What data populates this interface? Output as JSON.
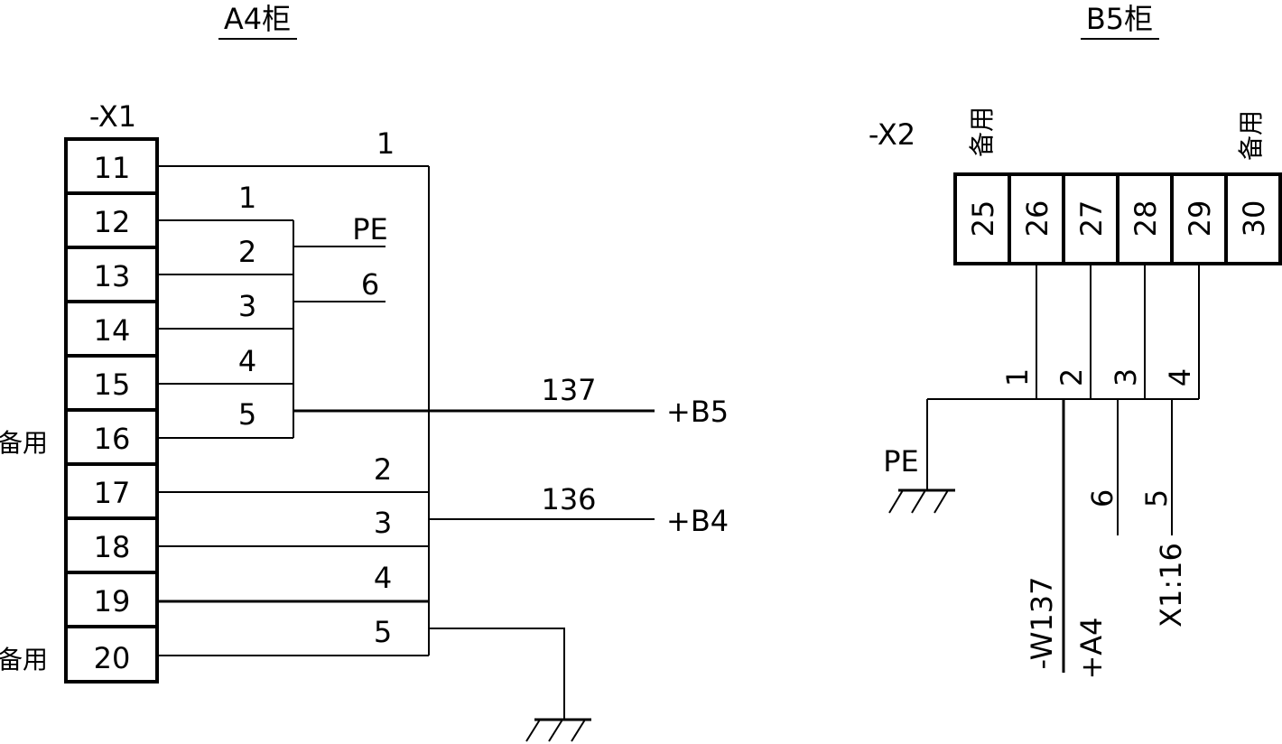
{
  "cabinet_a4": {
    "title": "A4柜",
    "terminal_block": "-X1",
    "terminals": [
      "11",
      "12",
      "13",
      "14",
      "15",
      "16",
      "17",
      "18",
      "19",
      "20"
    ],
    "spare_label_16": "备用",
    "spare_label_20": "备用",
    "wire_top": "1",
    "wire_inner_1": "1",
    "wire_inner_2": "2",
    "wire_inner_3": "3",
    "wire_inner_4": "4",
    "wire_inner_5": "5",
    "pe_label": "PE",
    "wire_6": "6",
    "wire_2": "2",
    "wire_3": "3",
    "wire_4": "4",
    "wire_5": "5",
    "cable_137": "137",
    "dest_b5": "+B5",
    "cable_136": "136",
    "dest_b4": "+B4"
  },
  "cabinet_b5": {
    "title": "B5柜",
    "terminal_block": "-X2",
    "terminals": [
      "25",
      "26",
      "27",
      "28",
      "29",
      "30"
    ],
    "spare_label_25": "备用",
    "spare_label_30": "备用",
    "core_1": "1",
    "core_2": "2",
    "core_3": "3",
    "core_4": "4",
    "pe_label": "PE",
    "wire_6": "6",
    "wire_5": "5",
    "ref_w137": "-W137",
    "ref_a4": "+A4",
    "ref_x1_16": "X1:16"
  }
}
